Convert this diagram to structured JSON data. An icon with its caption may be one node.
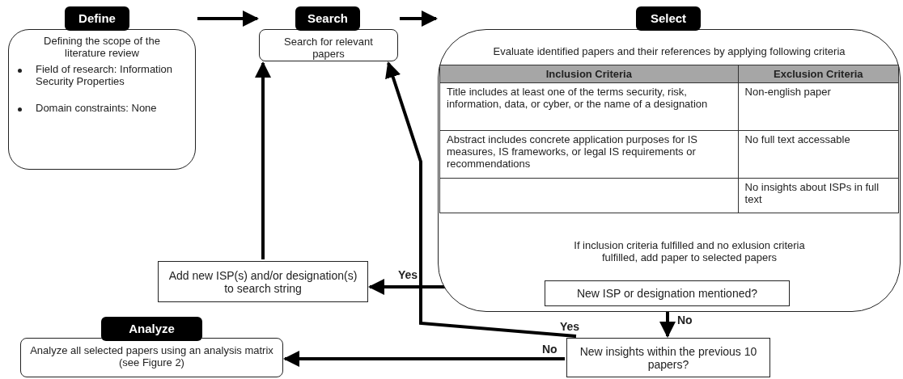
{
  "diagram": {
    "nodes": [
      {
        "text": [
          "Define",
          "Defining the scope of the literature review",
          "Field of research: Information Security Properties",
          "Domain constraints: None"
        ]
      },
      {
        "text": [
          "Search",
          "Search for relevant papers"
        ]
      },
      {
        "text": [
          "Select",
          "Evaluate identified papers and their references by applying following criteria",
          "If inclusion criteria fulfilled and no exlusion criteria fulfilled, add paper to selected papers"
        ]
      },
      {
        "text": [
          "New ISP or designation mentioned?"
        ],
        "in": 2
      },
      {
        "text": [
          "Add new ISP(s) and/or designation(s) to search string"
        ]
      },
      {
        "text": [
          "New insights within the previous 10 papers?"
        ]
      },
      {
        "text": [
          "Analyze",
          "Analyze all selected papers using an analysis matrix (see Figure 2)"
        ]
      }
    ],
    "edges": [
      {
        "from": 0,
        "to": 1,
        "arrow": "to"
      },
      {
        "from": 1,
        "to": 2,
        "arrow": "to"
      },
      {
        "from": 3,
        "to": 4,
        "label": "Yes",
        "arrow": "to"
      },
      {
        "from": 4,
        "to": 1,
        "arrow": "to"
      },
      {
        "from": 3,
        "to": 5,
        "label": "No",
        "arrow": "to"
      },
      {
        "from": 5,
        "to": 1,
        "label": "Yes",
        "arrow": "to"
      },
      {
        "from": 5,
        "to": 6,
        "label": "No",
        "arrow": "to"
      }
    ],
    "labels": [
      "Inclusion Criteria",
      "Exclusion Criteria",
      "Title includes at least one of the terms security, risk, information, data, or cyber, or the name of a designation",
      "Non-english paper",
      "Abstract includes concrete application purposes for IS measures, IS frameworks, or legal IS requirements or recommendations",
      "No full text accessable",
      "No insights about ISPs in full text"
    ]
  }
}
